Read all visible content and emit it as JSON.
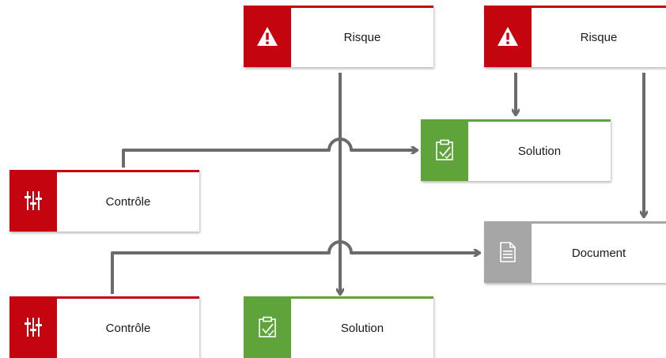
{
  "colors": {
    "risk": "#c4040e",
    "control": "#c4040e",
    "solution": "#5ea43a",
    "document": "#a6a6a6",
    "connector": "#6b6b6b"
  },
  "nodes": {
    "risk_1": {
      "label": "Risque",
      "icon": "warning-triangle-icon"
    },
    "risk_2": {
      "label": "Risque",
      "icon": "warning-triangle-icon"
    },
    "solution_1": {
      "label": "Solution",
      "icon": "clipboard-check-icon"
    },
    "control_1": {
      "label": "Contrôle",
      "icon": "sliders-icon"
    },
    "document_1": {
      "label": "Document",
      "icon": "document-icon"
    },
    "control_2": {
      "label": "Contrôle",
      "icon": "sliders-icon"
    },
    "solution_2": {
      "label": "Solution",
      "icon": "clipboard-check-icon"
    }
  }
}
